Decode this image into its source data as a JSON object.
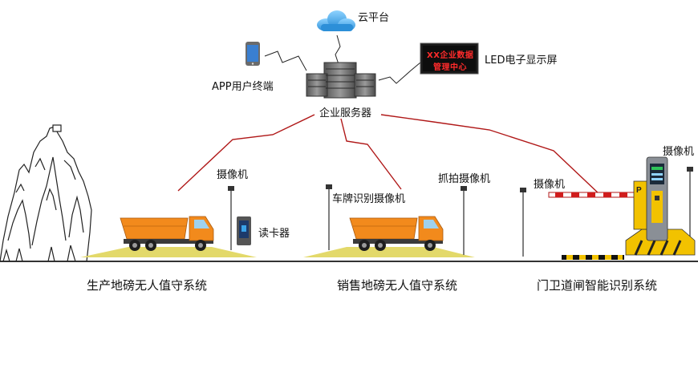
{
  "labels": {
    "cloud": "云平台",
    "app": "APP用户终端",
    "led_screen": "LED电子显示屏",
    "led_line1": "XX企业数据",
    "led_line2": "管理中心",
    "server": "企业服务器",
    "camera_left": "摄像机",
    "card_reader": "读卡器",
    "plate_camera": "车牌识别摄像机",
    "snapshot_camera": "抓拍摄像机",
    "camera_gate": "摄像机",
    "camera_right": "摄像机"
  },
  "sections": {
    "production": "生产地磅无人值守系统",
    "sales": "销售地磅无人值守系统",
    "gate": "门卫道闸智能识别系统"
  },
  "colors": {
    "link_red": "#b01818",
    "truck_body": "#f28a1c",
    "scale_pad": "#e3d96a",
    "barrier_yellow": "#f2c200",
    "led_bg": "#1a1a1a",
    "led_text": "#ff2b2b",
    "cloud_blue": "#3aa3e8"
  }
}
